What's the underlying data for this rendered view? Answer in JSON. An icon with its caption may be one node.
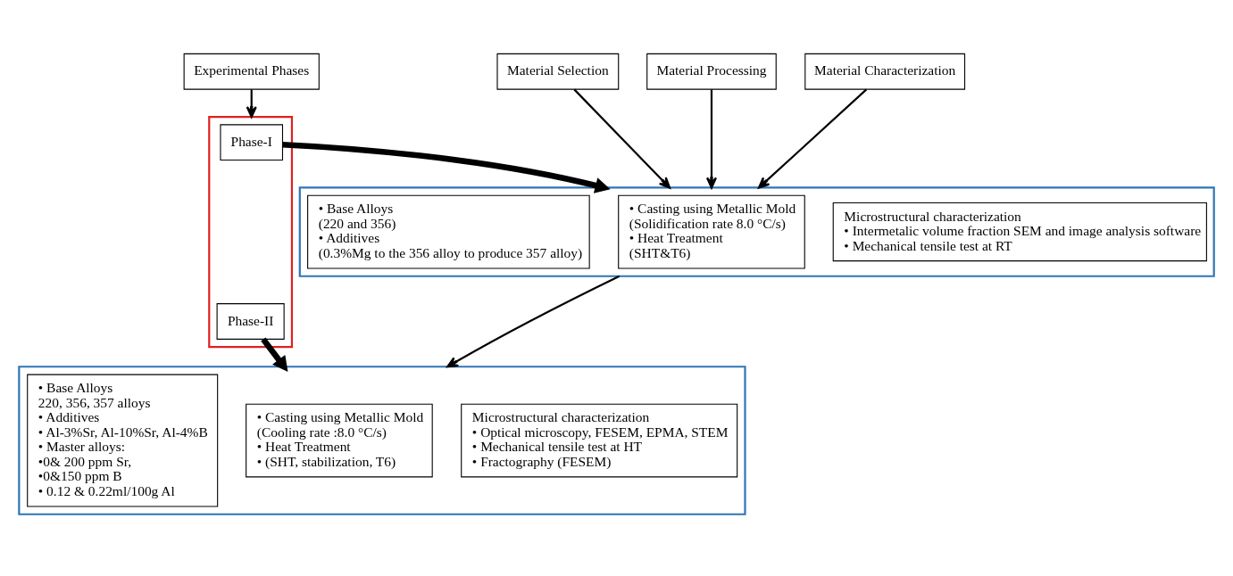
{
  "diagram": {
    "nodes": [
      {
        "text": [
          "Experimental Phases"
        ]
      },
      {
        "text": [
          "Material Selection"
        ]
      },
      {
        "text": [
          "Material Processing"
        ]
      },
      {
        "text": [
          "Material Characterization"
        ]
      },
      {
        "text": [],
        "shape": "box"
      },
      {
        "text": [
          "Phase-I"
        ],
        "in": 4
      },
      {
        "text": [
          "Phase-II"
        ],
        "in": 4
      },
      {
        "text": [],
        "shape": "box"
      },
      {
        "text": [
          "• Base Alloys",
          "(220 and 356)",
          "• Additives",
          "(0.3%Mg to the 356 alloy to produce 357 alloy)"
        ],
        "in": 7
      },
      {
        "text": [
          "• Casting using Metallic Mold",
          "(Solidification rate 8.0 °C/s)",
          "• Heat Treatment",
          "(SHT&T6)"
        ],
        "in": 7
      },
      {
        "text": [
          "Microstructural characterization",
          "• Intermetalic volume fraction SEM and image analysis software",
          "• Mechanical tensile test at RT"
        ],
        "in": 7
      },
      {
        "text": [],
        "shape": "box"
      },
      {
        "text": [
          "• Base Alloys",
          "220, 356, 357 alloys",
          "• Additives",
          "• Al-3%Sr, Al-10%Sr, Al-4%B",
          "• Master alloys:",
          "•0& 200 ppm Sr,",
          "•0&150 ppm B",
          "• 0.12 & 0.22ml/100g Al"
        ],
        "in": 11
      },
      {
        "text": [
          "• Casting using Metallic Mold",
          "(Cooling rate :8.0 °C/s)",
          "• Heat Treatment",
          "• (SHT, stabilization, T6)"
        ],
        "in": 11
      },
      {
        "text": [
          "Microstructural characterization",
          "• Optical microscopy, FESEM, EPMA, STEM",
          "• Mechanical tensile test at HT",
          "• Fractography (FESEM)"
        ],
        "in": 11
      }
    ],
    "edges": [
      {
        "from": 0,
        "to": 4,
        "arrow": "to"
      },
      {
        "from": 1,
        "to": 7,
        "arrow": "to"
      },
      {
        "from": 2,
        "to": 7,
        "arrow": "to"
      },
      {
        "from": 3,
        "to": 7,
        "arrow": "to"
      },
      {
        "from": 5,
        "to": 7,
        "arrow": "to",
        "style": "thick"
      },
      {
        "from": 6,
        "to": 11,
        "arrow": "to",
        "style": "thick"
      },
      {
        "from": 7,
        "to": 11,
        "arrow": "to"
      }
    ]
  }
}
